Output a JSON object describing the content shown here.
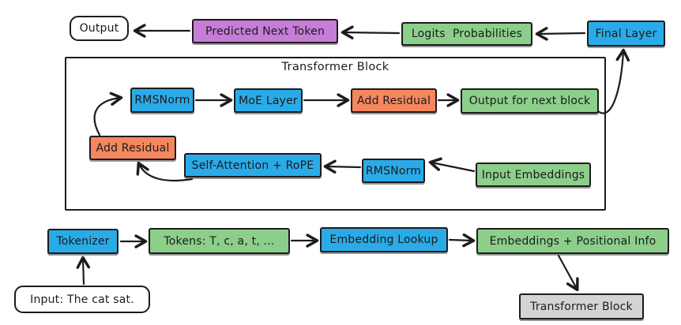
{
  "diagram": {
    "title": "Transformer / LLM token flow diagram",
    "palette": {
      "blue": "#2aabe8",
      "green": "#8ccf8a",
      "orange": "#f5875f",
      "purple": "#c77dd8",
      "gray": "#d4d4d4",
      "white": "#ffffff",
      "stroke": "#1c1c1c",
      "background": "#ffffff"
    },
    "top_row": {
      "output": "Output",
      "predicted_next_token": "Predicted Next Token",
      "logits_probabilities": "Logits  Probabilities",
      "final_layer": "Final Layer"
    },
    "transformer_block": {
      "title": "Transformer Block",
      "rmsnorm_top": "RMSNorm",
      "moe_layer": "MoE Layer",
      "add_residual_top": "Add Residual",
      "output_for_next_block": "Output for next block",
      "add_residual_bottom": "Add Residual",
      "self_attention_rope": "Self-Attention + RoPE",
      "rmsnorm_bottom": "RMSNorm",
      "input_embeddings": "Input Embeddings"
    },
    "bottom_row": {
      "tokenizer": "Tokenizer",
      "tokens": "Tokens: T, c, a, t, ...",
      "embedding_lookup": "Embedding Lookup",
      "embeddings_positional_info": "Embeddings + Positional Info",
      "input_text": "Input: The cat sat.",
      "transformer_block_ref": "Transformer Block"
    },
    "edges": [
      {
        "from": "predicted_next_token",
        "to": "output"
      },
      {
        "from": "logits_probabilities",
        "to": "predicted_next_token"
      },
      {
        "from": "final_layer",
        "to": "logits_probabilities"
      },
      {
        "from": "rmsnorm_top",
        "to": "moe_layer"
      },
      {
        "from": "moe_layer",
        "to": "add_residual_top"
      },
      {
        "from": "add_residual_top",
        "to": "output_for_next_block"
      },
      {
        "from": "output_for_next_block",
        "to": "final_layer"
      },
      {
        "from": "input_embeddings",
        "to": "rmsnorm_bottom"
      },
      {
        "from": "rmsnorm_bottom",
        "to": "self_attention_rope"
      },
      {
        "from": "self_attention_rope",
        "to": "add_residual_bottom"
      },
      {
        "from": "add_residual_bottom",
        "to": "rmsnorm_top"
      },
      {
        "from": "input_text",
        "to": "tokenizer"
      },
      {
        "from": "tokenizer",
        "to": "tokens"
      },
      {
        "from": "tokens",
        "to": "embedding_lookup"
      },
      {
        "from": "embedding_lookup",
        "to": "embeddings_positional_info"
      },
      {
        "from": "embeddings_positional_info",
        "to": "transformer_block_ref"
      }
    ]
  }
}
